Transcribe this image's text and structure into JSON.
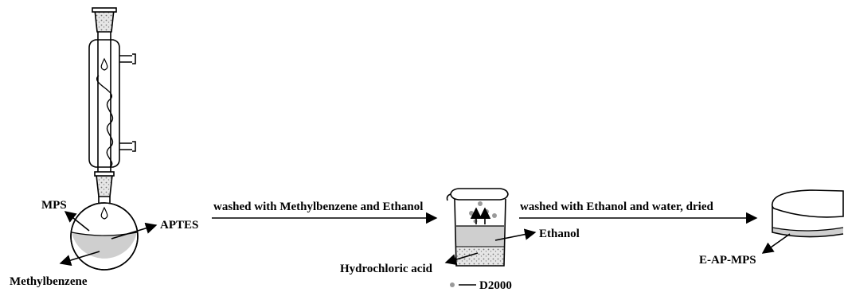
{
  "labels": {
    "mps": "MPS",
    "aptes": "APTES",
    "methylbenzene": "Methylbenzene",
    "step1": "washed with Methylbenzene and Ethanol",
    "hydrochloric_acid": "Hydrochloric acid",
    "ethanol": "Ethanol",
    "d2000": "D2000",
    "step2": "washed with Ethanol and water, dried",
    "product": "E-AP-MPS"
  },
  "colors": {
    "ink": "#000000",
    "liquid": "#cfcfcf",
    "liquid_dark": "#b4b4b4",
    "stopper": "#d9d9d9",
    "particle": "#9a9a9a"
  }
}
